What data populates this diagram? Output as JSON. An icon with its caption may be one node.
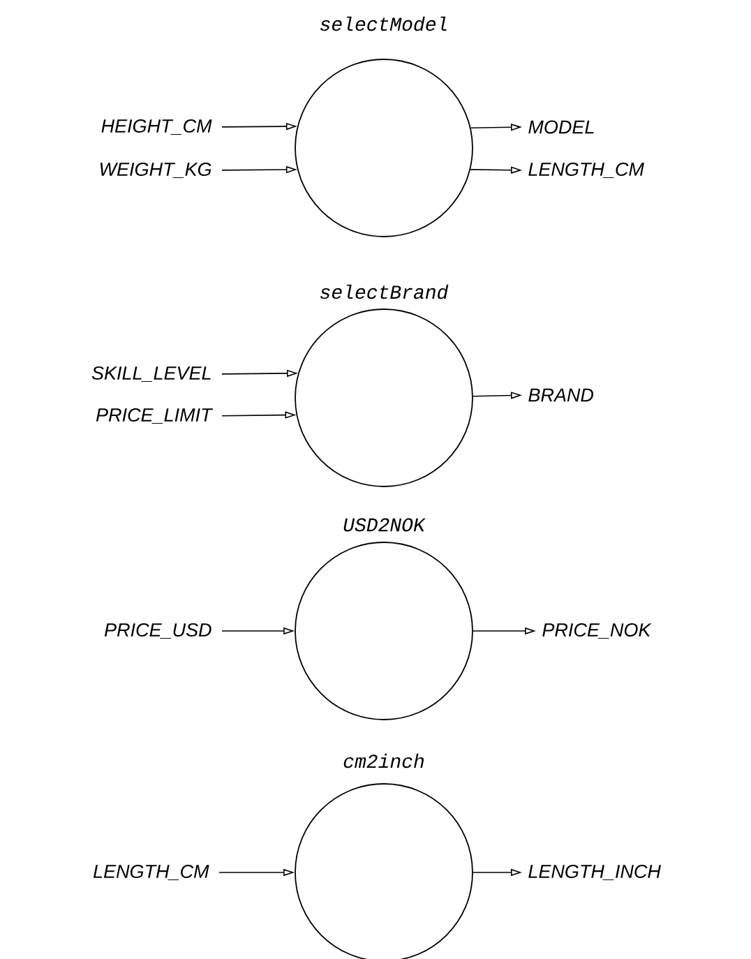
{
  "diagram": {
    "nodes": [
      {
        "text": [
          "selectModel"
        ]
      },
      {
        "text": [
          "HEIGHT_CM"
        ]
      },
      {
        "text": [
          "WEIGHT_KG"
        ]
      },
      {
        "text": [
          "MODEL"
        ]
      },
      {
        "text": [
          "LENGTH_CM"
        ]
      },
      {
        "text": [
          "selectBrand"
        ]
      },
      {
        "text": [
          "SKILL_LEVEL"
        ]
      },
      {
        "text": [
          "PRICE_LIMIT"
        ]
      },
      {
        "text": [
          "BRAND"
        ]
      },
      {
        "text": [
          "USD2NOK"
        ]
      },
      {
        "text": [
          "PRICE_USD"
        ]
      },
      {
        "text": [
          "PRICE_NOK"
        ]
      },
      {
        "text": [
          "cm2inch"
        ]
      },
      {
        "text": [
          "LENGTH_CM"
        ]
      },
      {
        "text": [
          "LENGTH_INCH"
        ]
      }
    ],
    "edges": [
      {
        "from": 1,
        "to": 0,
        "arrow": "to"
      },
      {
        "from": 2,
        "to": 0,
        "arrow": "to"
      },
      {
        "from": 0,
        "to": 3,
        "arrow": "to"
      },
      {
        "from": 0,
        "to": 4,
        "arrow": "to"
      },
      {
        "from": 6,
        "to": 5,
        "arrow": "to"
      },
      {
        "from": 7,
        "to": 5,
        "arrow": "to"
      },
      {
        "from": 5,
        "to": 8,
        "arrow": "to"
      },
      {
        "from": 10,
        "to": 9,
        "arrow": "to"
      },
      {
        "from": 9,
        "to": 11,
        "arrow": "to"
      },
      {
        "from": 13,
        "to": 12,
        "arrow": "to"
      },
      {
        "from": 12,
        "to": 14,
        "arrow": "to"
      }
    ]
  }
}
